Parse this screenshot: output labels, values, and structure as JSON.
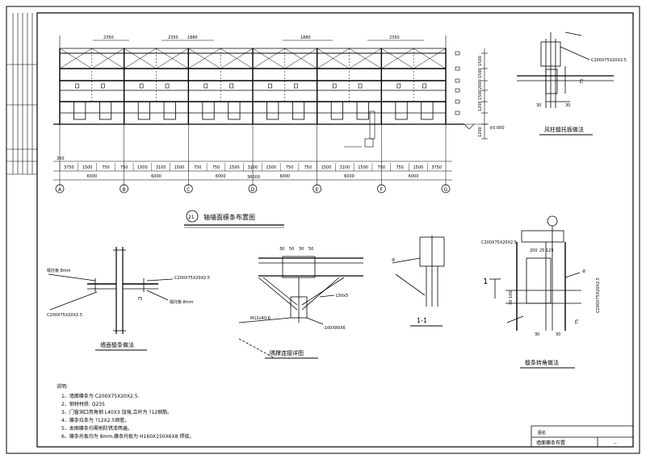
{
  "elevation": {
    "title": "轴墙面檩条布置图",
    "circle_label": "21",
    "top_dims": [
      "2350",
      "2350",
      "1880",
      "1880",
      "2350"
    ],
    "side_dims": [
      "1500",
      "1500",
      "2000",
      "1500",
      "1200",
      "1200"
    ],
    "level_mark": "±0.000",
    "axis_labels": [
      "A",
      "B",
      "C",
      "D",
      "E",
      "F",
      "G"
    ],
    "bottom_dims_row1": [
      "3750",
      "1500",
      "750",
      "750",
      "1500",
      "3100",
      "1500",
      "750",
      "750",
      "1500",
      "3100",
      "1500",
      "750",
      "750",
      "1500",
      "3100",
      "1500",
      "750",
      "750",
      "1500",
      "3750"
    ],
    "bottom_dims_row2": [
      "6000",
      "6000",
      "6000",
      "6000",
      "6000",
      "6000"
    ],
    "total_dim": "36000",
    "left_dim": "300"
  },
  "detail_wind": {
    "title": "风柱檩托板做法",
    "purlin": "C200X75X20X2.5",
    "dims": [
      "30",
      "30",
      "75"
    ]
  },
  "detail_wall": {
    "title": "墙面檩条做法",
    "purlin_left": "C200X75X20X2.5",
    "purlin_right": "C200X75X20X2.5",
    "plate_left": "檩托板 8mm",
    "plate_right": "檩托板 8mm",
    "dim": "75"
  },
  "detail_brace": {
    "title": "隅撑连接详图",
    "dims": [
      "30",
      "50",
      "30",
      "50"
    ],
    "bolt": "M12x40-6",
    "angle": "L50x5",
    "plate": "-100X80X6"
  },
  "detail_section": {
    "title": "1-1",
    "mark": "-8"
  },
  "detail_corner": {
    "title": "檩条转角做法",
    "purlin_top": "C200X75X20X2.5",
    "purlin_side": "C200X75X20X2.5",
    "dims_top": [
      "200",
      "25",
      "125"
    ],
    "dims_left": [
      "100",
      "30"
    ],
    "dims_bottom": [
      "30",
      "30",
      "75"
    ],
    "mark": "-8",
    "section": "1"
  },
  "notes": {
    "heading": "说明:",
    "items": [
      "1、墙面檩条为 C200X75X20X2.5.",
      "2、钢材材质: Q235",
      "3、门窗洞口用角钢 L40X3 加强,立杆为 ?12钢筋。",
      "4、檩条拉条为 ?12X2.5钢管。",
      "5、本图檩条均需刷防锈漆两遍。",
      "6、檩条托板均为 8mm,檩条托板为 H160X150X6X8 焊接。"
    ]
  },
  "title_block": {
    "sheet_name": "墙面檩条布置",
    "label": "图名",
    "sheet_no": "--"
  }
}
